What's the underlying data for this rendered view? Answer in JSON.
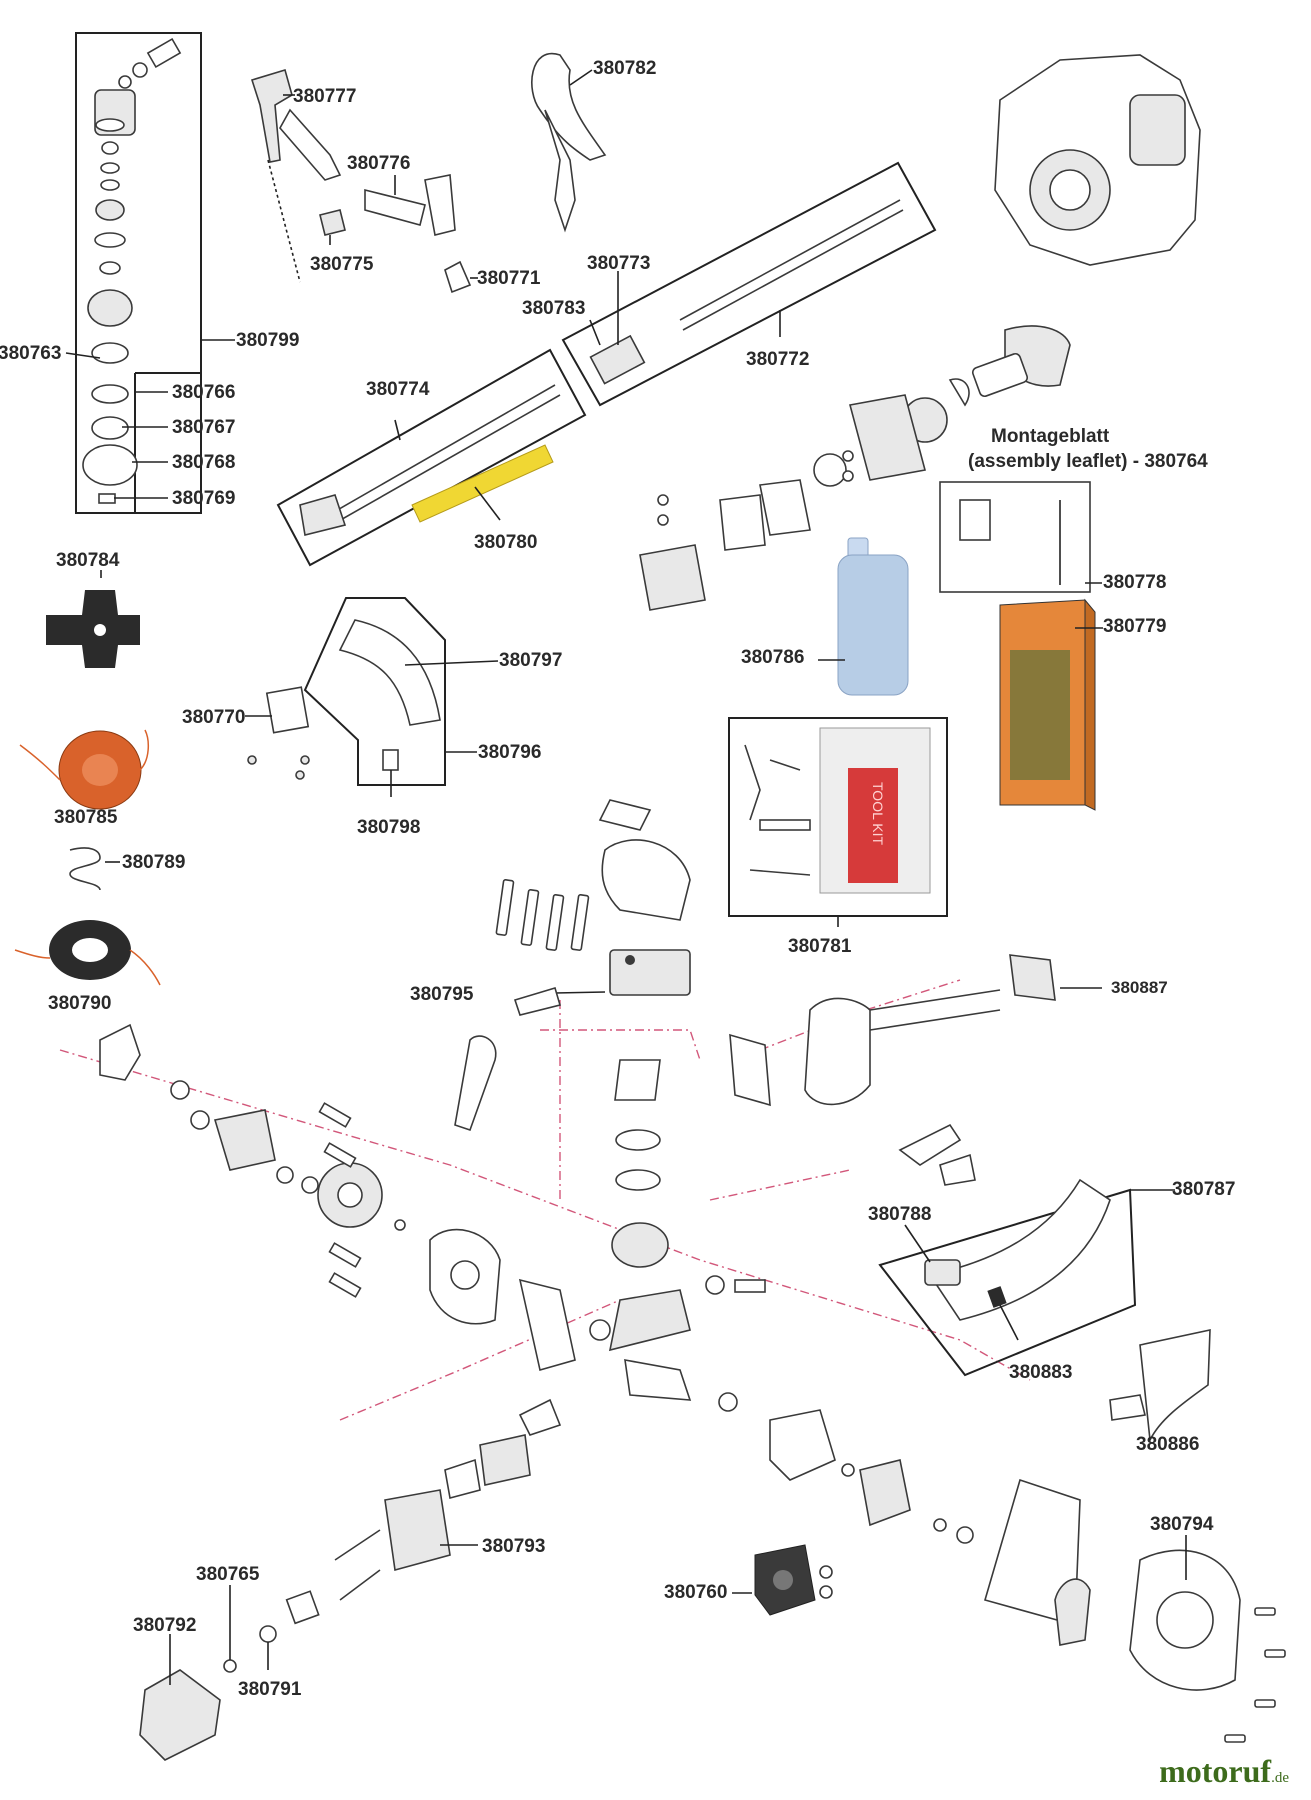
{
  "labels": {
    "p380777": "380777",
    "p380782": "380782",
    "p380776": "380776",
    "p380775": "380775",
    "p380771": "380771",
    "p380773": "380773",
    "p380783": "380783",
    "p380772": "380772",
    "p380763": "380763",
    "p380799": "380799",
    "p380766": "380766",
    "p380774": "380774",
    "p380767": "380767",
    "p380768": "380768",
    "p380769": "380769",
    "p380780": "380780",
    "p380784": "380784",
    "p380797": "380797",
    "p380770": "380770",
    "p380796": "380796",
    "p380798": "380798",
    "p380785": "380785",
    "p380789": "380789",
    "p380790": "380790",
    "p380795": "380795",
    "p380786": "380786",
    "p380781": "380781",
    "p380778": "380778",
    "p380779": "380779",
    "p380887": "380887",
    "p380787": "380787",
    "p380788": "380788",
    "p380883": "380883",
    "p380886": "380886",
    "p380793": "380793",
    "p380765": "380765",
    "p380792": "380792",
    "p380791": "380791",
    "p380760": "380760",
    "p380794": "380794"
  },
  "assembly_leaflet": {
    "line1": "Montageblatt",
    "line2": "(assembly leaflet) - 380764"
  },
  "tool_kit_text": "TOOL KIT",
  "watermark": {
    "name": "motoruf",
    "suffix": ".de"
  },
  "colors": {
    "line_leader": "#222222",
    "dash_assembly": "#d2577a",
    "head_orange": "#d9622b",
    "bottle_blue": "#b7cde6",
    "brand_green": "#3d6b1c"
  }
}
